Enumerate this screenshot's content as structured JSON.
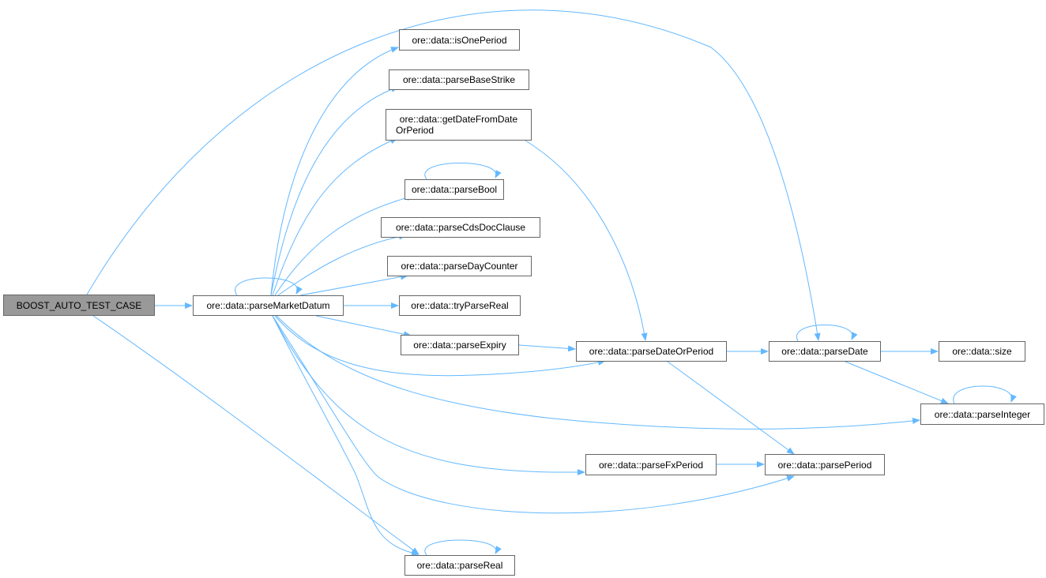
{
  "colors": {
    "edge": "#63b8ff",
    "root_fill": "#999999",
    "node_border": "#666666"
  },
  "nodes": {
    "root": "BOOST_AUTO_TEST_CASE",
    "parseMarketDatum": "ore::data::parseMarketDatum",
    "isOnePeriod": "ore::data::isOnePeriod",
    "parseBaseStrike": "ore::data::parseBaseStrike",
    "getDateFromDateOrPeriod_1": "ore::data::getDateFromDate",
    "getDateFromDateOrPeriod_2": "OrPeriod",
    "parseBool": "ore::data::parseBool",
    "parseCdsDocClause": "ore::data::parseCdsDocClause",
    "parseDayCounter": "ore::data::parseDayCounter",
    "tryParseReal": "ore::data::tryParseReal",
    "parseExpiry": "ore::data::parseExpiry",
    "parseDateOrPeriod": "ore::data::parseDateOrPeriod",
    "parseDate": "ore::data::parseDate",
    "size": "ore::data::size",
    "parseInteger": "ore::data::parseInteger",
    "parseFxPeriod": "ore::data::parseFxPeriod",
    "parsePeriod": "ore::data::parsePeriod",
    "parseReal": "ore::data::parseReal"
  }
}
